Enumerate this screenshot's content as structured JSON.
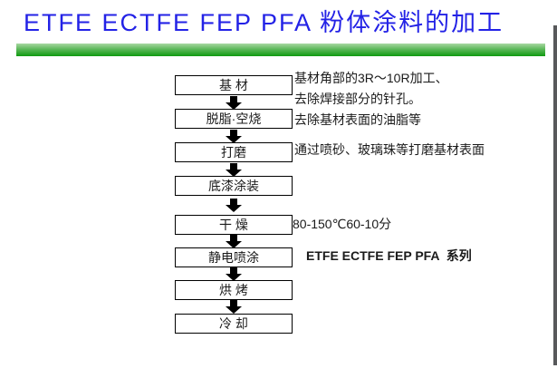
{
  "title": "ETFE ECTFE FEP PFA 粉体涂料的加工",
  "flow": {
    "steps": [
      {
        "label": "基 材"
      },
      {
        "label": "脱脂·空烧"
      },
      {
        "label": "打磨"
      },
      {
        "label": "底漆涂装"
      },
      {
        "label": "干 燥"
      },
      {
        "label": "静电喷涂"
      },
      {
        "label": "烘 烤"
      },
      {
        "label": "冷 却"
      }
    ]
  },
  "annotations": [
    {
      "text": "基材角部的3R～10R加工、",
      "for_step": "基材"
    },
    {
      "text": "去除焊接部分的针孔。",
      "for_step": "基材"
    },
    {
      "text": "去除基材表面的油脂等",
      "for_step": "脱脂·空烧"
    },
    {
      "text": "通过喷砂、玻璃珠等打磨基材表面",
      "for_step": "打磨"
    },
    {
      "text": "80-150℃60-10分",
      "for_step": "干燥"
    },
    {
      "text": "ETFE ECTFE FEP PFA  系列",
      "for_step": "静电喷涂"
    }
  ],
  "colors": {
    "title_color": "#2322e6",
    "bar_top": "#a8d8a2",
    "bar_bottom": "#0f9a10",
    "shadow_color": "#58595b",
    "arrow_color": "#000000",
    "box_border": "#000000",
    "text_color": "#1a1a1a"
  }
}
